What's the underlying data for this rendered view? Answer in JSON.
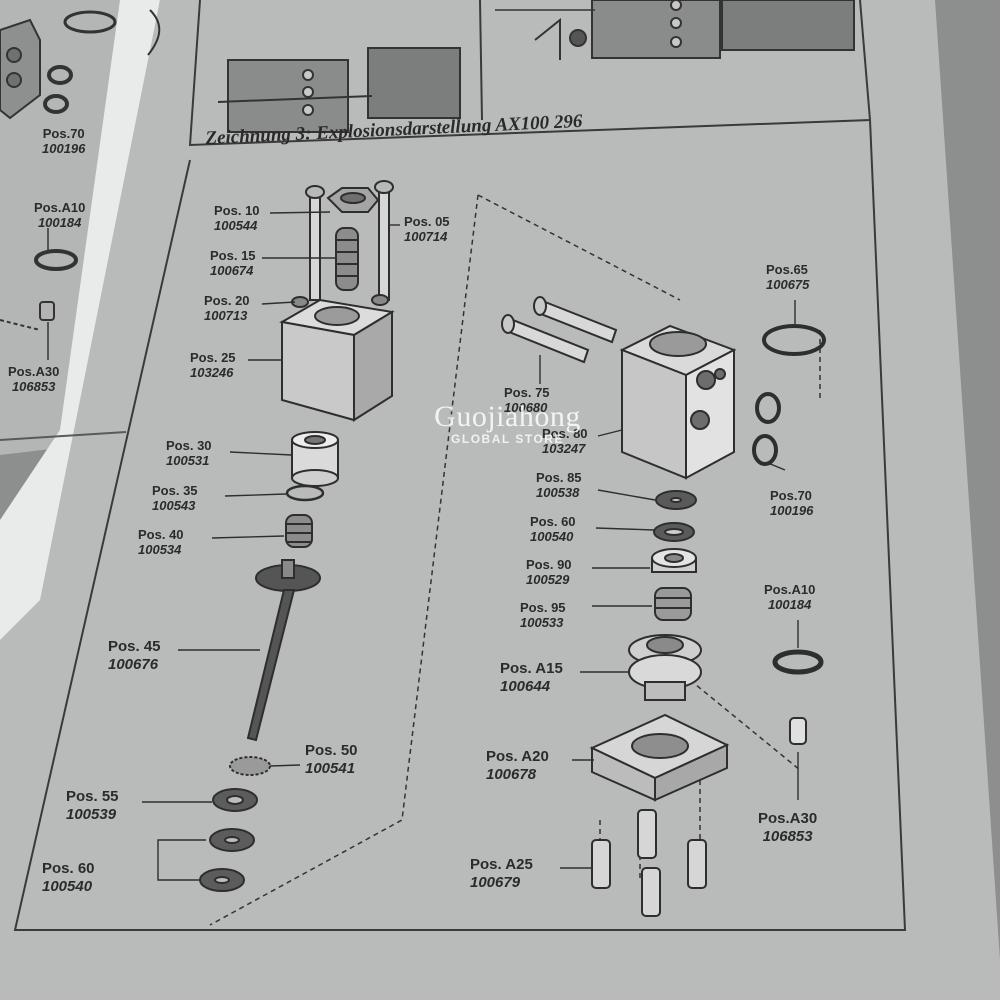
{
  "title": "Zeichnung 3: Explosionsdarstellung AX100 296",
  "watermark": {
    "brand": "Guojiahong",
    "tagline": "GLOBAL STORE"
  },
  "left_page_labels": [
    {
      "pos": "Pos.70",
      "num": "100196"
    },
    {
      "pos": "Pos.A10",
      "num": "100184"
    },
    {
      "pos": "Pos.A30",
      "num": "106853"
    }
  ],
  "left_assembly_labels": [
    {
      "pos": "Pos. 10",
      "num": "100544"
    },
    {
      "pos": "Pos. 05",
      "num": "100714"
    },
    {
      "pos": "Pos. 15",
      "num": "100674"
    },
    {
      "pos": "Pos. 20",
      "num": "100713"
    },
    {
      "pos": "Pos. 25",
      "num": "103246"
    },
    {
      "pos": "Pos. 30",
      "num": "100531"
    },
    {
      "pos": "Pos. 35",
      "num": "100543"
    },
    {
      "pos": "Pos. 40",
      "num": "100534"
    },
    {
      "pos": "Pos. 45",
      "num": "100676"
    },
    {
      "pos": "Pos. 50",
      "num": "100541"
    },
    {
      "pos": "Pos. 55",
      "num": "100539"
    },
    {
      "pos": "Pos. 60",
      "num": "100540"
    }
  ],
  "right_assembly_labels": [
    {
      "pos": "Pos.65",
      "num": "100675"
    },
    {
      "pos": "Pos. 75",
      "num": "100680"
    },
    {
      "pos": "Pos. 80",
      "num": "103247"
    },
    {
      "pos": "Pos.70",
      "num": "100196"
    },
    {
      "pos": "Pos. 85",
      "num": "100538"
    },
    {
      "pos": "Pos. 60",
      "num": "100540"
    },
    {
      "pos": "Pos. 90",
      "num": "100529"
    },
    {
      "pos": "Pos. 95",
      "num": "100533"
    },
    {
      "pos": "Pos.A10",
      "num": "100184"
    },
    {
      "pos": "Pos. A15",
      "num": "100644"
    },
    {
      "pos": "Pos. A20",
      "num": "100678"
    },
    {
      "pos": "Pos.A30",
      "num": "106853"
    },
    {
      "pos": "Pos. A25",
      "num": "100679"
    }
  ]
}
